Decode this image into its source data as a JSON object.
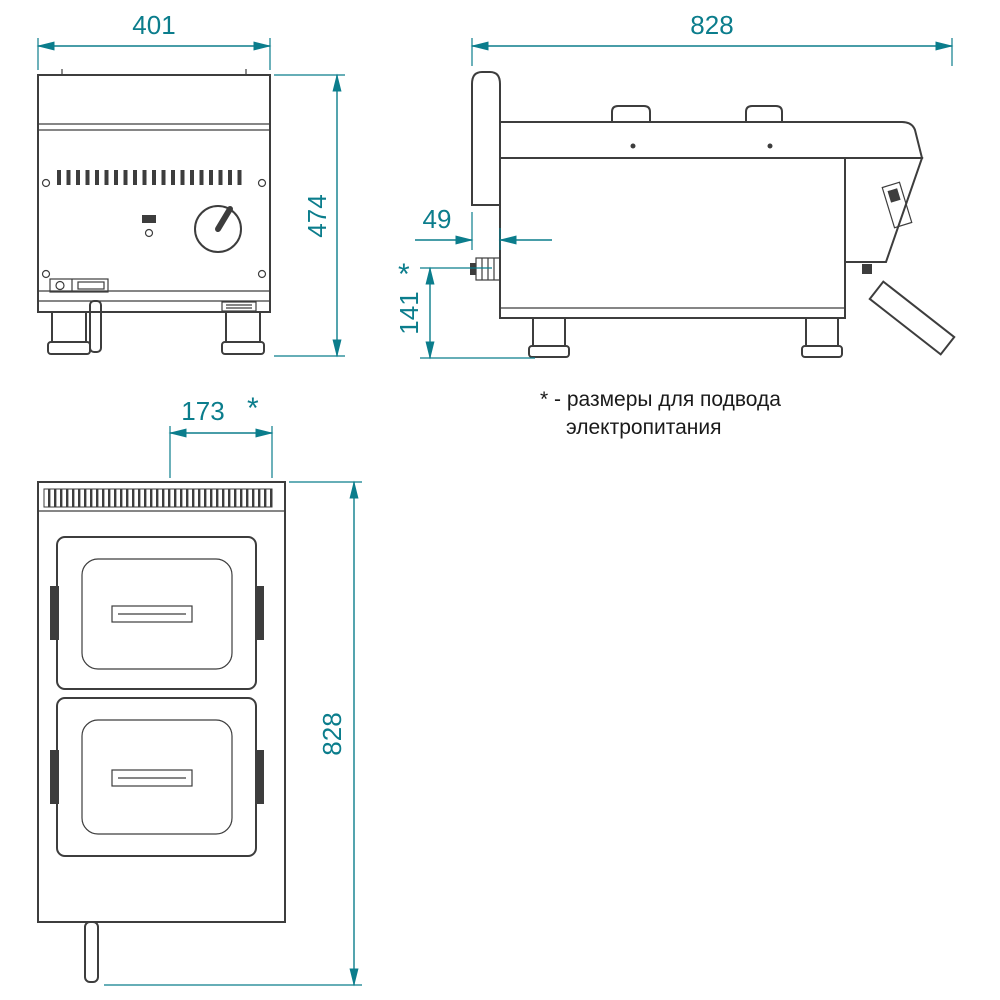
{
  "drawing": {
    "accent_color": "#0b7d8c",
    "line_color": "#3d3d3d",
    "front_view": {
      "width_label": "401",
      "height_label": "474"
    },
    "side_view": {
      "depth_label": "828",
      "inlet_offset_label": "49",
      "inlet_height_label": "141",
      "asterisk": "*"
    },
    "top_view": {
      "inlet_span_label": "173",
      "asterisk": "*",
      "depth_label": "828"
    },
    "note": {
      "line1": "* - размеры для подвода",
      "line2": "электропитания"
    }
  }
}
